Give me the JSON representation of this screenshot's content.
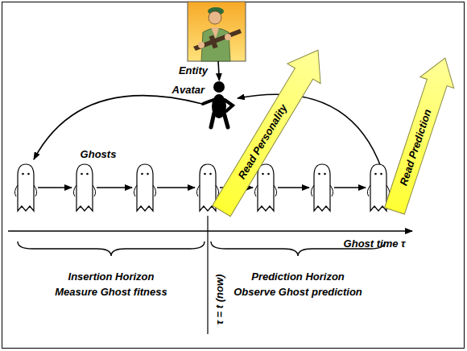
{
  "diagram": {
    "nodes": [
      {
        "text": [
          "Entity"
        ]
      },
      {
        "text": [
          "Avatar"
        ]
      }
    ],
    "edges": [
      {
        "from": 0,
        "to": 1,
        "arrow": "to"
      }
    ],
    "labels": [
      "Ghosts",
      "Read Personality",
      "Read Prediction",
      "Ghost time τ",
      "Insertion Horizon",
      "Measure Ghost fitness",
      "τ = t (now)",
      "Prediction Horizon",
      "Observe Ghost prediction"
    ]
  }
}
